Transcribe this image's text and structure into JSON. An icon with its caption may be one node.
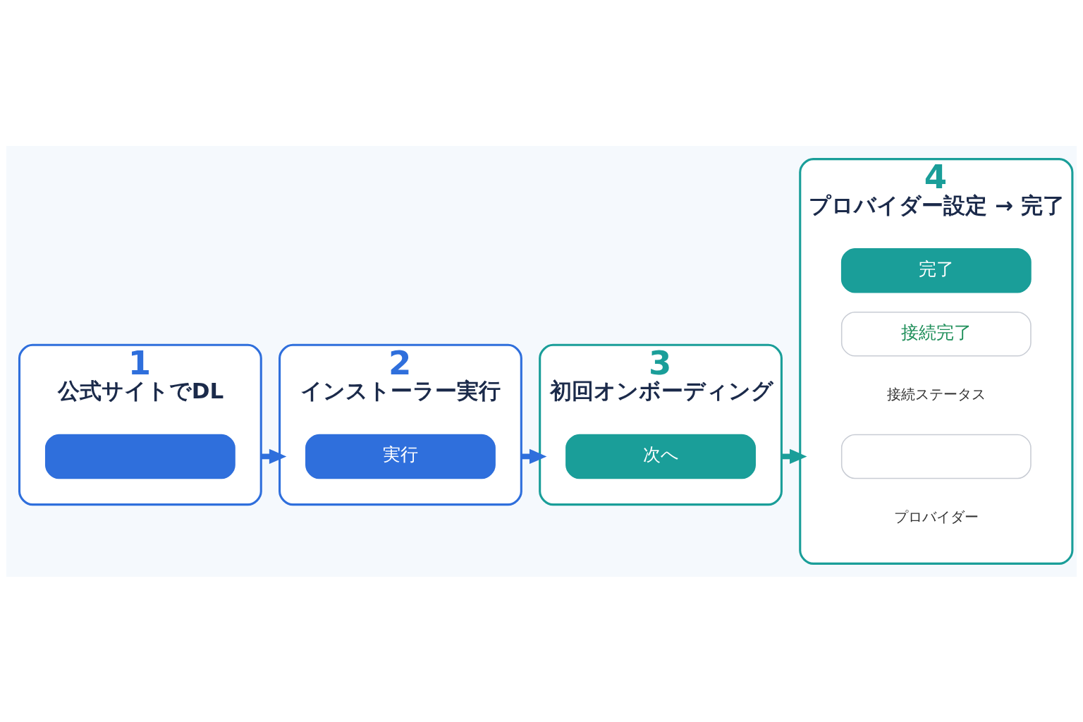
{
  "diagram": {
    "nodes": [
      {
        "text": [
          "1",
          "公式サイトでDL"
        ]
      },
      {
        "text": [],
        "shape": "box",
        "in": 0
      },
      {
        "text": [
          "2",
          "インストーラー実行"
        ]
      },
      {
        "text": [
          "実行"
        ],
        "in": 2
      },
      {
        "text": [
          "3",
          "初回オンボーディング"
        ]
      },
      {
        "text": [
          "次へ"
        ],
        "in": 4
      },
      {
        "text": [
          "4",
          "プロバイダー設定 → 完了"
        ]
      },
      {
        "text": [],
        "shape": "box",
        "in": 6,
        "beside": [
          "プロバイダー"
        ]
      },
      {
        "text": [
          "接続完了"
        ],
        "in": 6,
        "beside": [
          "接続ステータス"
        ]
      },
      {
        "text": [
          "完了"
        ],
        "in": 6
      }
    ],
    "edges": [
      {
        "from": 0,
        "to": 2,
        "arrow": "to"
      },
      {
        "from": 2,
        "to": 4,
        "arrow": "to"
      },
      {
        "from": 4,
        "to": 6,
        "arrow": "to",
        "color": "#1a9e99"
      }
    ]
  }
}
